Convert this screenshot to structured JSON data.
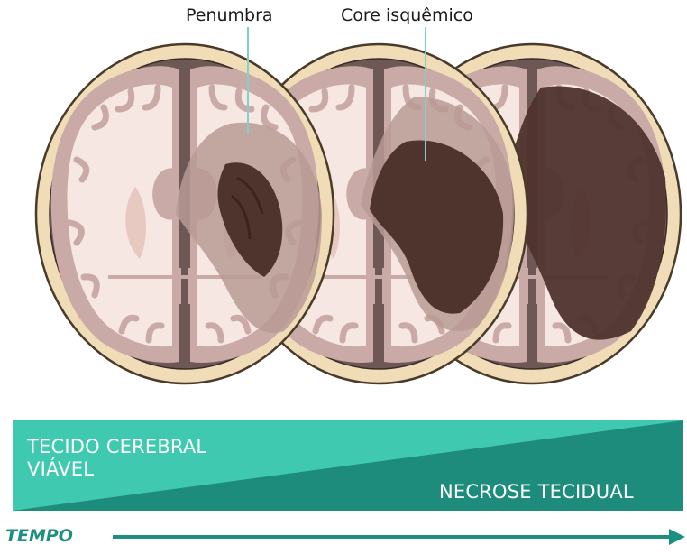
{
  "labels": {
    "penumbra": "Penumbra",
    "core": "Core isquêmico"
  },
  "band": {
    "viable_line1": "TECIDO CEREBRAL",
    "viable_line2": "VIÁVEL",
    "necrosis": "NECROSE TECIDUAL"
  },
  "timeline": {
    "label": "TEMPO"
  },
  "colors": {
    "skull": "#f0ddb8",
    "skull_stroke": "#4a3a2a",
    "brain_bg": "#6e5856",
    "gray_matter": "#c9aaa6",
    "white_matter": "#f6e7e2",
    "penumbra": "#b99a94",
    "core": "#4f332d",
    "teal_light": "#3fc9b0",
    "teal_dark": "#1e8c7c"
  },
  "icons": {
    "arrow": "right-arrow-icon"
  }
}
